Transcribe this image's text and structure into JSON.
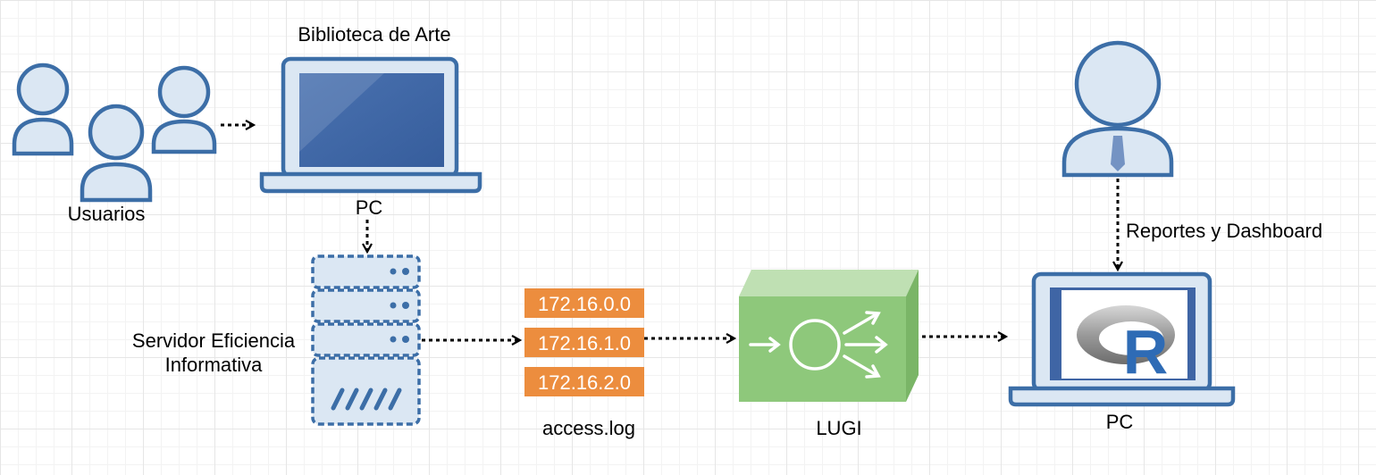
{
  "labels": {
    "users": "Usuarios",
    "laptop_title": "Biblioteca de Arte",
    "laptop_pc": "PC",
    "server_line1": "Servidor Eficiencia",
    "server_line2": "Informativa",
    "log_file": "access.log",
    "lugi": "LUGI",
    "reports": "Reportes y Dashboard",
    "right_pc": "PC",
    "r_logo_letter": "R"
  },
  "log_entries": [
    "172.16.0.0",
    "172.16.1.0",
    "172.16.2.0"
  ],
  "icons": [
    "users-group-icon",
    "laptop-icon",
    "server-icon",
    "log-stack-icon",
    "lugi-box-icon",
    "business-user-icon",
    "laptop-r-icon",
    "r-logo-icon"
  ],
  "colors": {
    "blue_outline": "#3c6ea7",
    "blue_fill": "#dbe7f3",
    "screen": "#3f65a5",
    "orange": "#ec8d3e",
    "green": "#8ec87b",
    "green_dark": "#7ab567",
    "r_blue": "#2e6bb5"
  }
}
